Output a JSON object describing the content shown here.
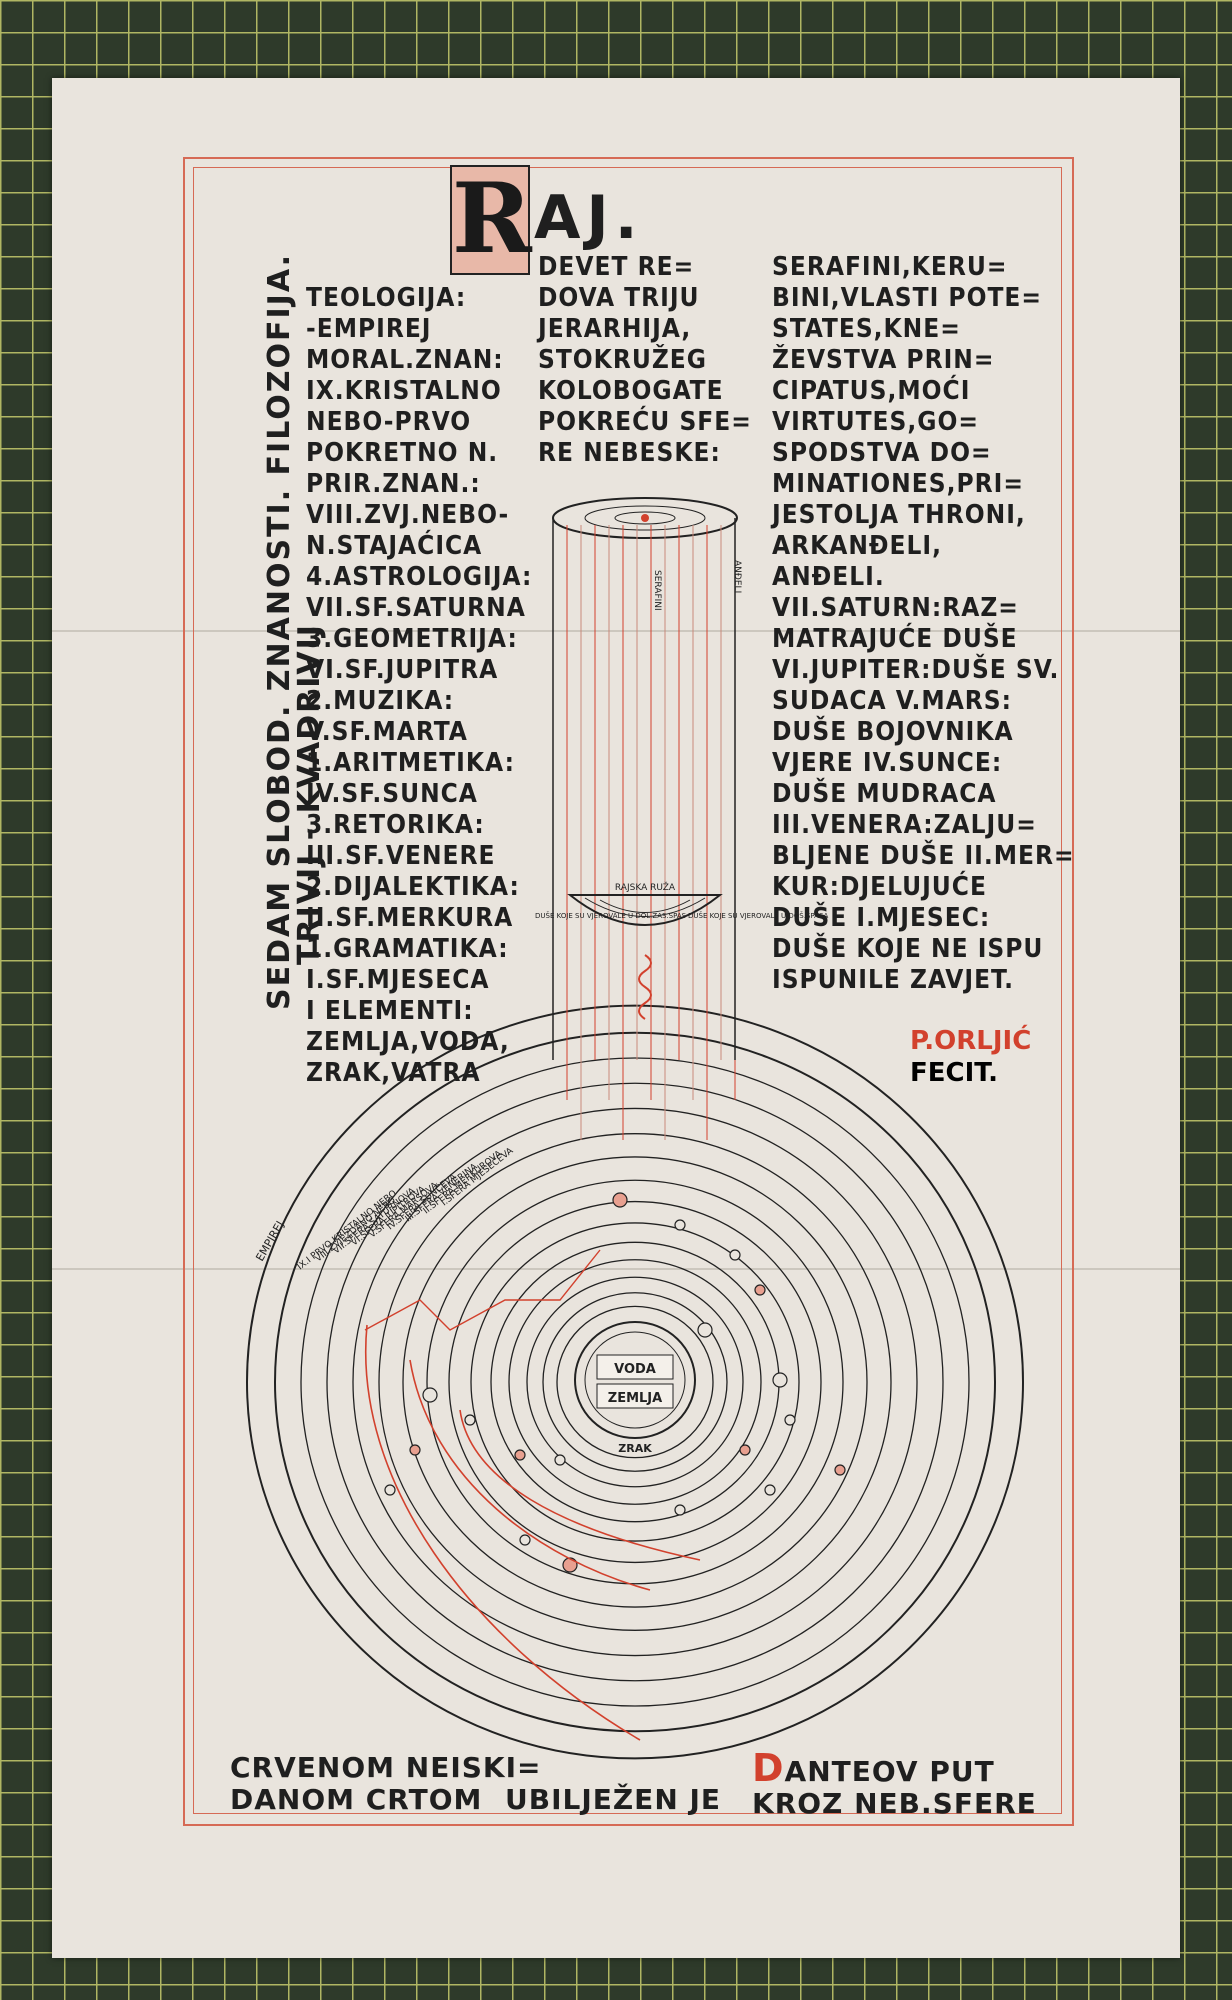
{
  "document": {
    "title_initial": "R",
    "title_rest": "AJ.",
    "vertical_left": "SEDAM SLOBOD. ZNANOSTI. FILOZOFIJA.",
    "vertical_right": "TRIVIJ - KVADRIVIJ",
    "left_column": [
      "TEOLOGIJA:",
      "-EMPIREJ",
      "MORAL.ZNAN:",
      "IX.KRISTALNO",
      "NEBO-PRVO",
      "POKRETNO N.",
      "PRIR.ZNAN.:",
      "VIII.ZVJ.NEBO-",
      "N.STAJAĆICA",
      "4.ASTROLOGIJA:",
      "VII.SF.SATURNA",
      "3.GEOMETRIJA:",
      "VI.SF.JUPITRA",
      "2.MUZIKA:",
      "V.SF.MARTA",
      "1.ARITMETIKA:",
      "IV.SF.SUNCA",
      "3.RETORIKA:",
      "III.SF.VENERE",
      "2.DIJALEKTIKA:",
      "II.SF.MERKURA",
      "1.GRAMATIKA:",
      "I.SF.MJESECA",
      "I ELEMENTI:",
      "ZEMLJA,VODA,",
      "ZRAK,VATRA"
    ],
    "middle_column": [
      "DEVET RE=",
      "DOVA TRIJU",
      "JERARHIJA,",
      "STOKRUŽEG",
      "KOLOBOGATE",
      "POKREĆU SFE=",
      "RE NEBESKE:"
    ],
    "right_column": [
      "SERAFINI,KERU=",
      "BINI,VLASTI POTE=",
      "STATES,KNE=",
      "ŽEVSTVA PRIN=",
      "CIPATUS,MOĆI",
      "VIRTUTES,GO=",
      "SPODSTVA DO=",
      "MINATIONES,PRI=",
      "JESTOLJA THRONI,",
      "ARKANĐELI,",
      "ANĐELI.",
      "VII.SATURN:RAZ=",
      "MATRAJUĆE DUŠE",
      "VI.JUPITER:DUŠE SV.",
      "SUDACA V.MARS:",
      "DUŠE BOJOVNIKA",
      "VJERE IV.SUNCE:",
      "DUŠE MUDRACA",
      "III.VENERA:ZALJU=",
      "BLJENE DUŠE II.MER=",
      "KUR:DJELUJUĆE",
      "DUŠE I.MJESEC:",
      "DUŠE KOJE NE ISPU",
      "ISPUNILE ZAVJET."
    ],
    "signature_name": "P.ORLJIĆ",
    "signature_fecit": "FECIT.",
    "bottom_left_1": "CRVENOM NEISKI=",
    "bottom_left_2": "DANOM CRTOM",
    "bottom_mid": "UBILJEŽEN JE",
    "bottom_right_initial": "D",
    "bottom_right_1": "ANTEOV PUT",
    "bottom_right_2": "KROZ NEB.SFERE",
    "diagram": {
      "center_top": "VODA",
      "center_bottom": "ZEMLJA",
      "below_earth": "ZRAK",
      "left_arc": "EMPIREJ",
      "ring_labels": [
        "IX.I PRVO KRISTALNO NEBO",
        "VIII.ZVJEZDANO NEBO",
        "VII.SFERA SATURNOVA",
        "VI.SFERA JUPITROVA",
        "V.SFERA MARSOVA",
        "IV.SFERA SUNČEVA",
        "III.SFERA VENERINA",
        "II.SFERA MERKUROVA",
        "I.SFERA MJESEČEVA"
      ],
      "bowl_label": "RAJSKA RUŽA",
      "bowl_left": "DUŠE KOJE SU VJEROVALE U DOL.ZAS.SPAS",
      "bowl_right": "DUŠE KOJE SU VJEROVALE U DOŠ.SPASA",
      "cyl_left": "SERAFINI",
      "cyl_right": "ANĐELI"
    },
    "colors": {
      "accent_red": "#d2412d",
      "ink": "#1f1f1f",
      "paper": "#e9e4dd"
    }
  }
}
